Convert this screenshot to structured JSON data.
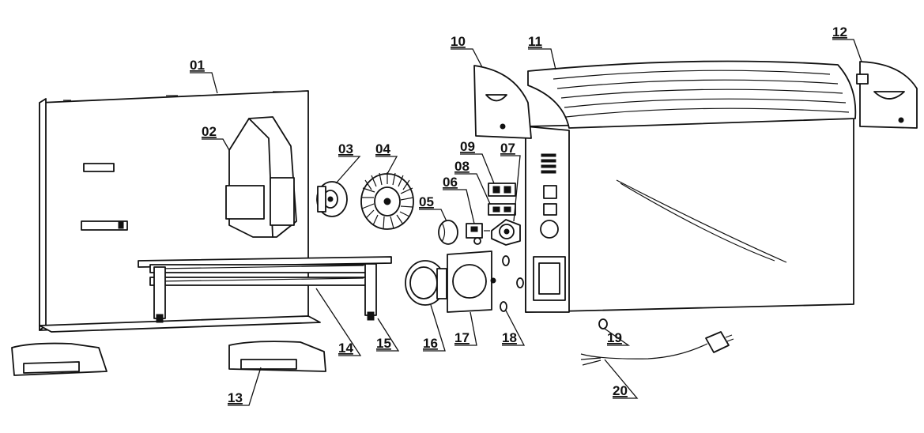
{
  "callouts": [
    {
      "id": "01",
      "text": "01"
    },
    {
      "id": "02",
      "text": "02"
    },
    {
      "id": "03",
      "text": "03"
    },
    {
      "id": "04",
      "text": "04"
    },
    {
      "id": "05",
      "text": "05"
    },
    {
      "id": "06",
      "text": "06"
    },
    {
      "id": "07",
      "text": "07"
    },
    {
      "id": "08",
      "text": "08"
    },
    {
      "id": "09",
      "text": "09"
    },
    {
      "id": "10",
      "text": "10"
    },
    {
      "id": "11",
      "text": "11"
    },
    {
      "id": "12",
      "text": "12"
    },
    {
      "id": "13",
      "text": "13"
    },
    {
      "id": "14",
      "text": "14"
    },
    {
      "id": "15",
      "text": "15"
    },
    {
      "id": "16",
      "text": "16"
    },
    {
      "id": "17",
      "text": "17"
    },
    {
      "id": "18",
      "text": "18"
    },
    {
      "id": "19",
      "text": "19"
    },
    {
      "id": "20",
      "text": "20"
    }
  ]
}
